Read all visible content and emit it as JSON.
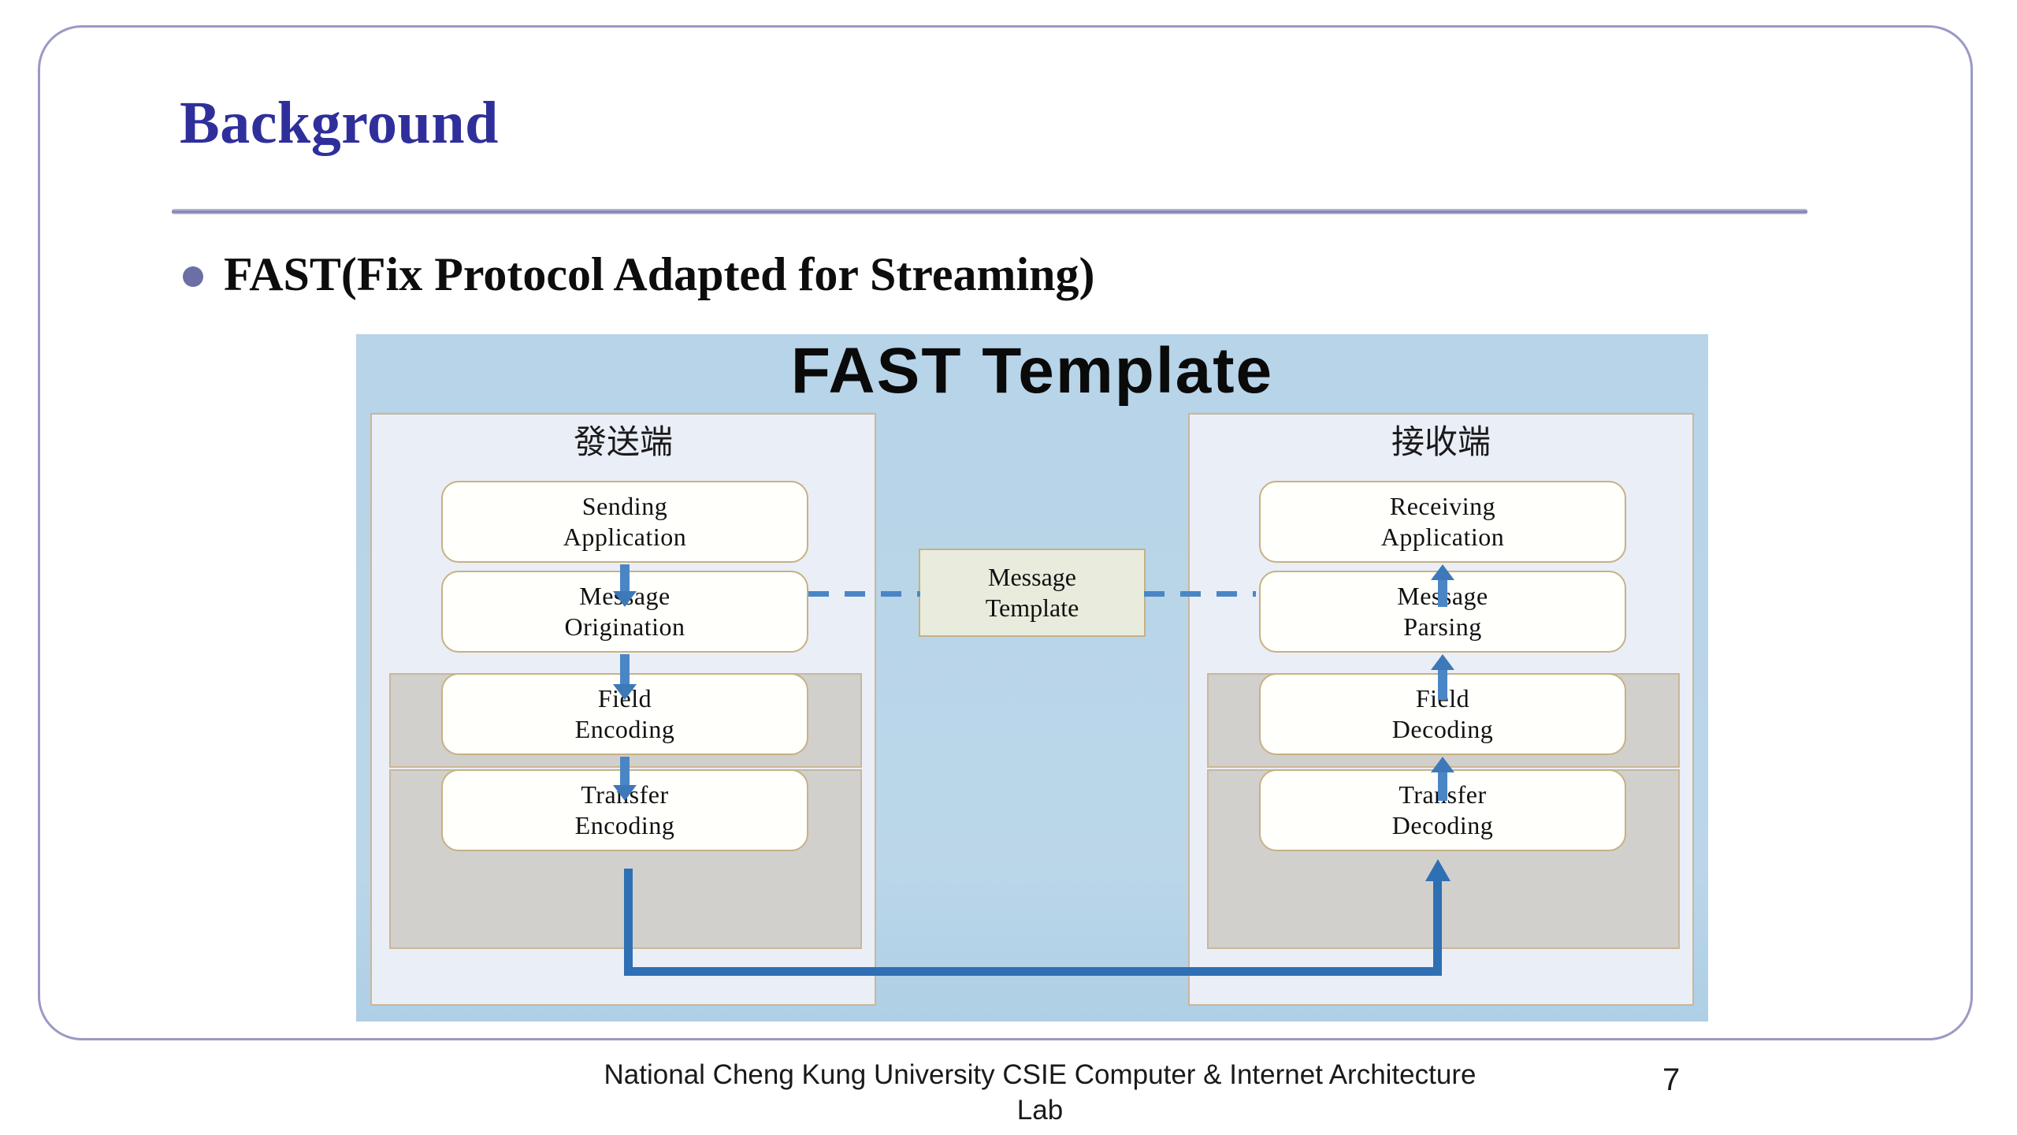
{
  "slide": {
    "title": "Background",
    "bullet": "FAST(Fix Protocol Adapted for Streaming)",
    "page_number": "7",
    "footer": "National Cheng Kung University CSIE Computer & Internet Architecture Lab",
    "accent_color": "#2f2f9c",
    "frame_color": "#9a9ac4",
    "bullet_color": "#6b6fa5"
  },
  "diagram": {
    "title": "FAST Template",
    "banner_color": "#b7d4e8",
    "panel_color": "#eaeef7",
    "gray_panel_color": "#d2d0cd",
    "node_border_color": "#c6b184",
    "arrow_color": "#4a86c5",
    "feedback_color": "#2f6fb3",
    "left_panel": {
      "heading": "發送端",
      "nodes": [
        "Sending\nApplication",
        "Message\nOrigination",
        "Field\nEncoding",
        "Transfer\nEncoding"
      ]
    },
    "right_panel": {
      "heading": "接收端",
      "nodes": [
        "Receiving\nApplication",
        "Message\nParsing",
        "Field\nDecoding",
        "Transfer\nDecoding"
      ]
    },
    "center": {
      "template_label": "Message\nTemplate",
      "template_fill": "#e9ecdc"
    }
  }
}
